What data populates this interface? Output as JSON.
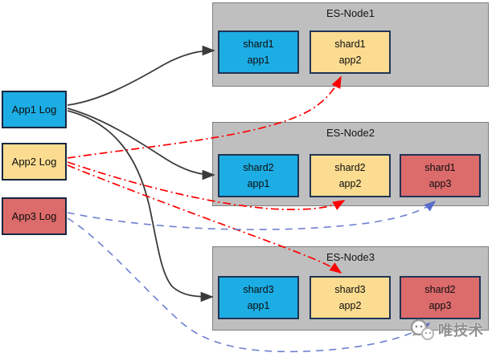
{
  "diagram": {
    "app_logs": [
      {
        "label": "App1 Log",
        "color": "#1cade4"
      },
      {
        "label": "App2 Log",
        "color": "#fbdc91"
      },
      {
        "label": "App3 Log",
        "color": "#dc6b6b"
      }
    ],
    "nodes": [
      {
        "title": "ES-Node1",
        "shards": [
          {
            "shard": "shard1",
            "app": "app1",
            "color": "#1cade4"
          },
          {
            "shard": "shard1",
            "app": "app2",
            "color": "#fbdc91"
          }
        ]
      },
      {
        "title": "ES-Node2",
        "shards": [
          {
            "shard": "shard2",
            "app": "app1",
            "color": "#1cade4"
          },
          {
            "shard": "shard2",
            "app": "app2",
            "color": "#fbdc91"
          },
          {
            "shard": "shard1",
            "app": "app3",
            "color": "#dc6b6b"
          }
        ]
      },
      {
        "title": "ES-Node3",
        "shards": [
          {
            "shard": "shard3",
            "app": "app1",
            "color": "#1cade4"
          },
          {
            "shard": "shard3",
            "app": "app2",
            "color": "#fbdc91"
          },
          {
            "shard": "shard2",
            "app": "app3",
            "color": "#dc6b6b"
          }
        ]
      }
    ],
    "edges": [
      {
        "from": "App1 Log",
        "to": "ES-Node1 shard1/app1",
        "style": "solid",
        "color": "#3b3b3b"
      },
      {
        "from": "App1 Log",
        "to": "ES-Node2 shard2/app1",
        "style": "solid",
        "color": "#3b3b3b"
      },
      {
        "from": "App1 Log",
        "to": "ES-Node3 shard3/app1",
        "style": "solid",
        "color": "#3b3b3b"
      },
      {
        "from": "App2 Log",
        "to": "ES-Node1 shard1/app2",
        "style": "dash-dot",
        "color": "#ff0000"
      },
      {
        "from": "App2 Log",
        "to": "ES-Node2 shard2/app2",
        "style": "dash-dot",
        "color": "#ff0000"
      },
      {
        "from": "App2 Log",
        "to": "ES-Node3 shard3/app2",
        "style": "dash-dot",
        "color": "#ff0000"
      },
      {
        "from": "App3 Log",
        "to": "ES-Node2 shard1/app3",
        "style": "dashed",
        "color": "#6e7fd0"
      },
      {
        "from": "App3 Log",
        "to": "ES-Node3 shard2/app3",
        "style": "dashed",
        "color": "#6e7fd0"
      }
    ],
    "watermark": {
      "text": "唯技术",
      "logo": "wechat-bubbles-icon"
    },
    "colors": {
      "node_fill": "#bfbfbf",
      "node_border": "#7f7f7f",
      "shard_border": "#1f3455",
      "arrow_black": "#3b3b3b",
      "arrow_red": "#ff0000",
      "arrow_blue": "#6e7fd0"
    }
  }
}
